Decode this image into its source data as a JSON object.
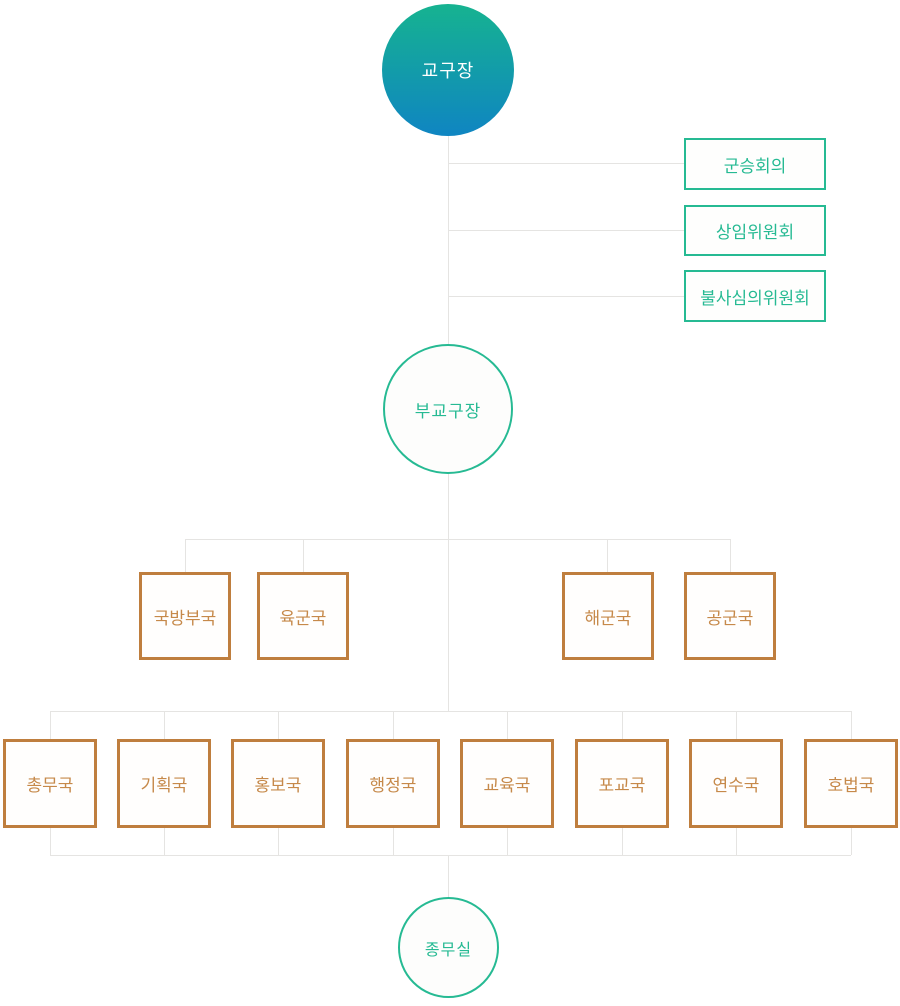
{
  "org": {
    "root": {
      "label": "교구장"
    },
    "committees": [
      {
        "label": "군승회의"
      },
      {
        "label": "상임위원회"
      },
      {
        "label": "불사심의위원회"
      }
    ],
    "deputy": {
      "label": "부교구장"
    },
    "military_bureaus": [
      {
        "label": "국방부국"
      },
      {
        "label": "육군국"
      },
      {
        "label": "해군국"
      },
      {
        "label": "공군국"
      }
    ],
    "bureaus": [
      {
        "label": "총무국"
      },
      {
        "label": "기획국"
      },
      {
        "label": "홍보국"
      },
      {
        "label": "행정국"
      },
      {
        "label": "교육국"
      },
      {
        "label": "포교국"
      },
      {
        "label": "연수국"
      },
      {
        "label": "호법국"
      }
    ],
    "office": {
      "label": "종무실"
    }
  },
  "colors": {
    "teal": "#26ba93",
    "orange_border": "#bf7e3e",
    "orange_text": "#c6894a",
    "connector_line": "#e5e4e2",
    "root_gradient_top": "#16b390",
    "root_gradient_bottom": "#0f85c2"
  }
}
